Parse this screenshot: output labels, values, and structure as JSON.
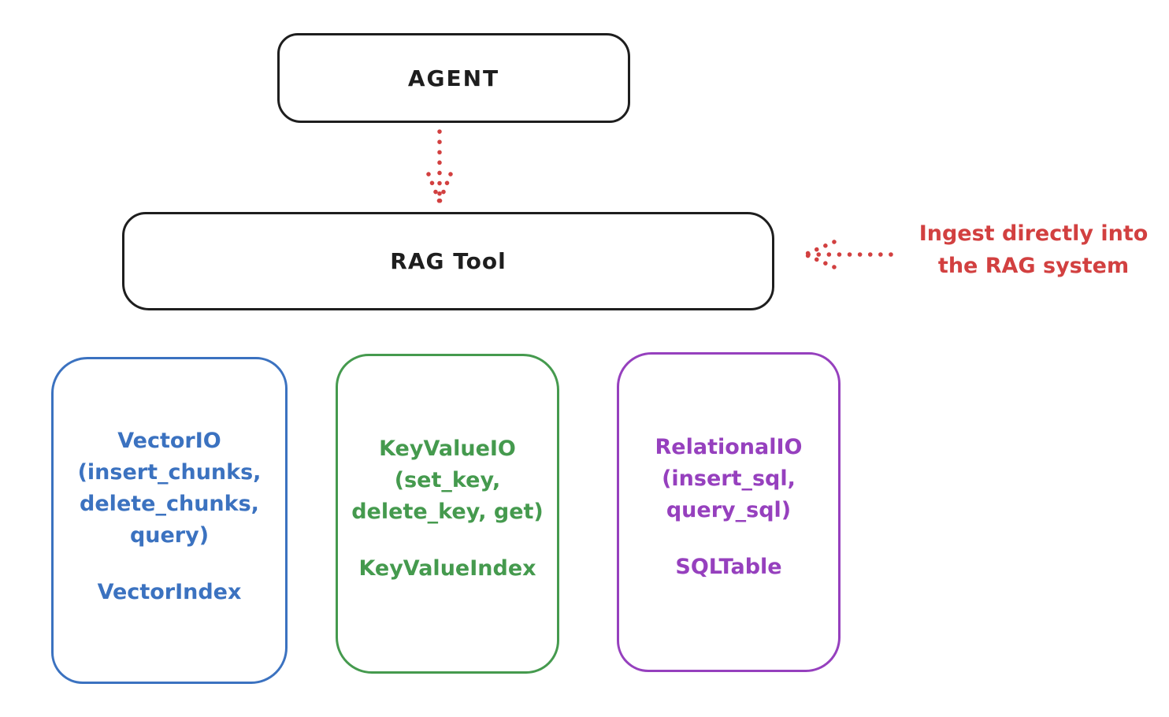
{
  "diagram": {
    "colors": {
      "ink": "#1e1e1e",
      "red": "#d24040",
      "blue": "#3b72c0",
      "green": "#459a4e",
      "purple": "#9640be",
      "background": "#ffffff"
    },
    "nodes": {
      "agent": {
        "label": "AGENT"
      },
      "rag_tool": {
        "label": "RAG Tool"
      },
      "vector_io": {
        "line1": "VectorIO",
        "line2": "(insert_chunks,",
        "line3": "delete_chunks,",
        "line4": "query)",
        "index_label": "VectorIndex"
      },
      "key_value_io": {
        "line1": "KeyValueIO",
        "line2": "(set_key,",
        "line3": "delete_key, get)",
        "index_label": "KeyValueIndex"
      },
      "relational_io": {
        "line1": "RelationalIO",
        "line2": "(insert_sql,",
        "line3": "query_sql)",
        "index_label": "SQLTable"
      }
    },
    "annotation": {
      "line1": "Ingest directly into",
      "line2": "the RAG system"
    }
  }
}
